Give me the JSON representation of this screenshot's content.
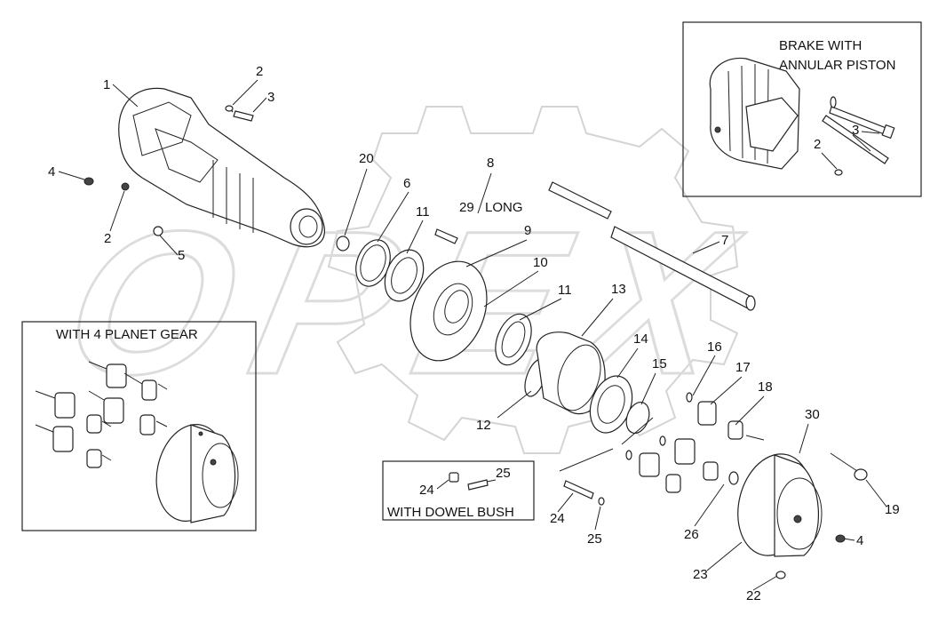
{
  "diagram": {
    "watermark": "OPEX",
    "inset_brake": {
      "line1": "BRAKE WITH",
      "line2": "ANNULAR PISTON"
    },
    "inset_planet": {
      "caption": "WITH 4 PLANET GEAR"
    },
    "inset_dowel": {
      "caption": "WITH DOWEL BUSH"
    },
    "long_note": "LONG",
    "callouts": [
      "1",
      "2",
      "3",
      "4",
      "2",
      "5",
      "20",
      "6",
      "11",
      "8",
      "29",
      "9",
      "10",
      "11",
      "13",
      "7",
      "12",
      "14",
      "15",
      "16",
      "17",
      "18",
      "30",
      "19",
      "4",
      "22",
      "23",
      "24",
      "25",
      "24",
      "25",
      "26",
      "2",
      "3"
    ]
  }
}
